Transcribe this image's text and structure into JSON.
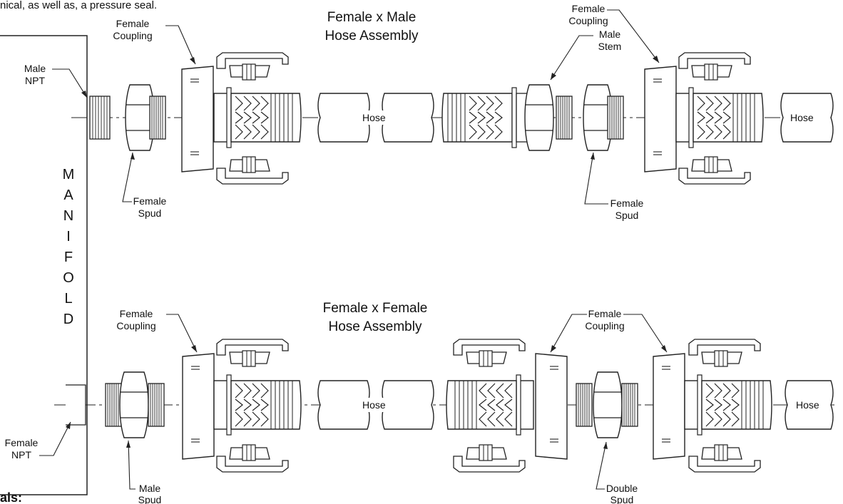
{
  "top_fragment": "nical, as well as, a pressure seal.",
  "bottom_fragment": "als:",
  "manifold_letters": [
    "M",
    "A",
    "N",
    "I",
    "F",
    "O",
    "L",
    "D"
  ],
  "row1": {
    "title_line1": "Female x Male",
    "title_line2": "Hose Assembly",
    "male_npt": [
      "Male",
      "NPT"
    ],
    "female_coupling_left": [
      "Female",
      "Coupling"
    ],
    "female_spud": [
      "Female",
      "Spud"
    ],
    "male_stem": [
      "Male",
      "Stem"
    ],
    "female_spud_right": [
      "Female",
      "Spud"
    ],
    "female_coupling_right": [
      "Female",
      "Coupling"
    ],
    "hose_center": "Hose",
    "hose_right": "Hose"
  },
  "row2": {
    "title_line1": "Female x Female",
    "title_line2": "Hose Assembly",
    "female_npt": [
      "Female",
      "NPT"
    ],
    "female_coupling_left": [
      "Female",
      "Coupling"
    ],
    "male_spud": [
      "Male",
      "Spud"
    ],
    "female_coupling_mid": [
      "Female",
      "Coupling"
    ],
    "double_spud": [
      "Double",
      "Spud"
    ],
    "hose_center": "Hose",
    "hose_right": "Hose"
  }
}
